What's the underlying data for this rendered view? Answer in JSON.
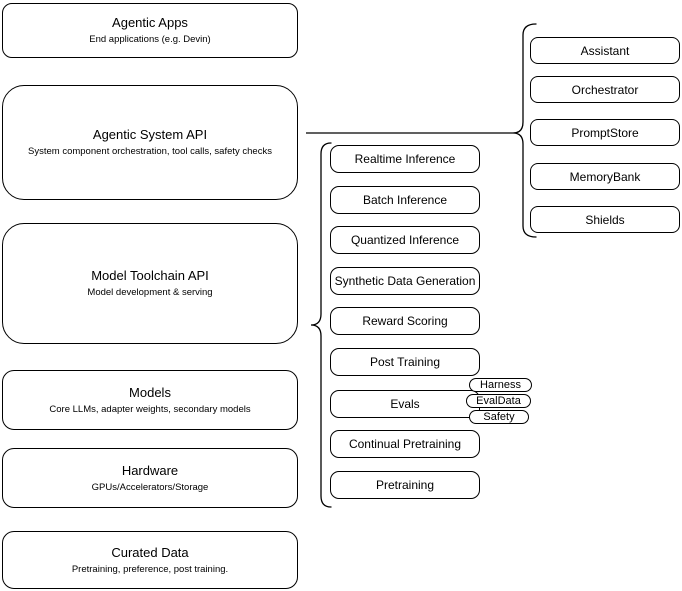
{
  "colors": {
    "node_border": "#000000",
    "node_fill": "#ffffff",
    "text": "#000000",
    "connector": "#000000"
  },
  "stack_layers": [
    {
      "title": "Agentic Apps",
      "subtitle": "End applications (e.g. Devin)"
    },
    {
      "title": "Agentic System API",
      "subtitle": "System component orchestration, tool calls, safety checks"
    },
    {
      "title": "Model Toolchain API",
      "subtitle": "Model development & serving"
    },
    {
      "title": "Models",
      "subtitle": "Core LLMs, adapter weights, secondary models"
    },
    {
      "title": "Hardware",
      "subtitle": "GPUs/Accelerators/Storage"
    },
    {
      "title": "Curated Data",
      "subtitle": "Pretraining, preference, post training."
    }
  ],
  "toolchain_components": [
    "Realtime Inference",
    "Batch Inference",
    "Quantized Inference",
    "Synthetic Data Generation",
    "Reward Scoring",
    "Post Training",
    "Evals",
    "Continual Pretraining",
    "Pretraining"
  ],
  "eval_tags": [
    "Harness",
    "EvalData",
    "Safety"
  ],
  "system_components": [
    "Assistant",
    "Orchestrator",
    "PromptStore",
    "MemoryBank",
    "Shields"
  ]
}
